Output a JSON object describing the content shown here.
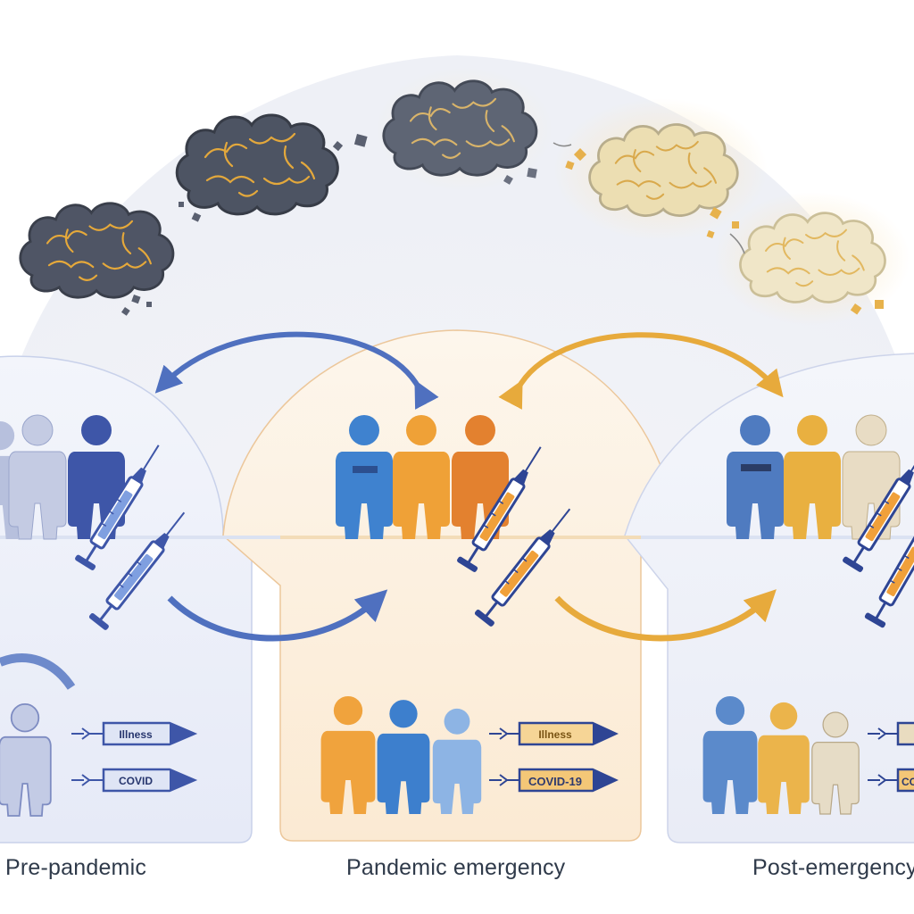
{
  "phases": [
    {
      "label": "Pre-pandemic",
      "accent": "#3f5fb0"
    },
    {
      "label": "Pandemic emergency",
      "accent": "#e8a23a"
    },
    {
      "label": "Post-emergency",
      "accent": "#e4b54e"
    }
  ],
  "vaccine_labels": {
    "pre_top": "Illness",
    "pre_bottom": "COVID",
    "pan_top": "Illness",
    "pan_bottom": "COVID-19",
    "post_top": "",
    "post_bottom": "CO"
  },
  "colors": {
    "dark_cloud": "#4d5463",
    "light_cloud": "#ede0b8",
    "blue_arrow": "#4f70bf",
    "gold_arrow": "#e7aa3c",
    "panel_blue": "#eef1fa",
    "panel_orange": "#fcf1e1"
  },
  "icons": [
    "brain-cloud-icon",
    "person-icon",
    "syringe-icon",
    "vaccine-vial-icon",
    "curved-arrow-icon"
  ]
}
